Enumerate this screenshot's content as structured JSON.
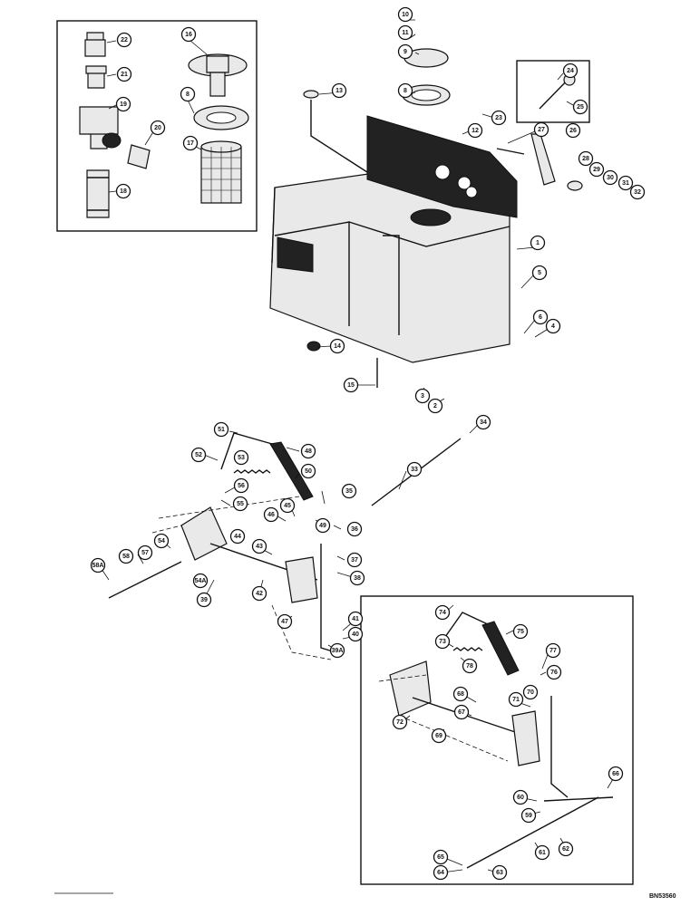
{
  "document_code": "BN53560",
  "callouts": {
    "c10": "10",
    "c11": "11",
    "c9": "9",
    "c8": "8",
    "c13": "13",
    "c12": "12",
    "c23": "23",
    "c24": "24",
    "c25": "25",
    "c26": "26",
    "c27": "27",
    "c28": "28",
    "c29": "29",
    "c30": "30",
    "c31": "31",
    "c32": "32",
    "c1": "1",
    "c5": "5",
    "c6": "6",
    "c4": "4",
    "c14": "14",
    "c15": "15",
    "c3": "3",
    "c2": "2",
    "c22": "22",
    "c21": "21",
    "c19": "19",
    "c20": "20",
    "c18": "18",
    "c16": "16",
    "c8b": "8",
    "c17": "17",
    "c51": "51",
    "c52": "52",
    "c53": "53",
    "c48": "48",
    "c50": "50",
    "c56": "56",
    "c55": "55",
    "c46": "46",
    "c45": "45",
    "c49": "49",
    "c35": "35",
    "c36": "36",
    "c33": "33",
    "c34": "34",
    "c44": "44",
    "c43": "43",
    "c58": "58",
    "c57": "57",
    "c54": "54",
    "c58a": "58A",
    "c54a": "54A",
    "c39": "39",
    "c42": "42",
    "c37": "37",
    "c38": "38",
    "c47": "47",
    "c41": "41",
    "c40": "40",
    "c39a": "39A",
    "c74": "74",
    "c73": "73",
    "c75": "75",
    "c78": "78",
    "c77": "77",
    "c76": "76",
    "c68": "68",
    "c71": "71",
    "c70": "70",
    "c67": "67",
    "c72": "72",
    "c69": "69",
    "c66": "66",
    "c60": "60",
    "c59": "59",
    "c62": "62",
    "c61": "61",
    "c65": "65",
    "c64": "64",
    "c63": "63"
  }
}
